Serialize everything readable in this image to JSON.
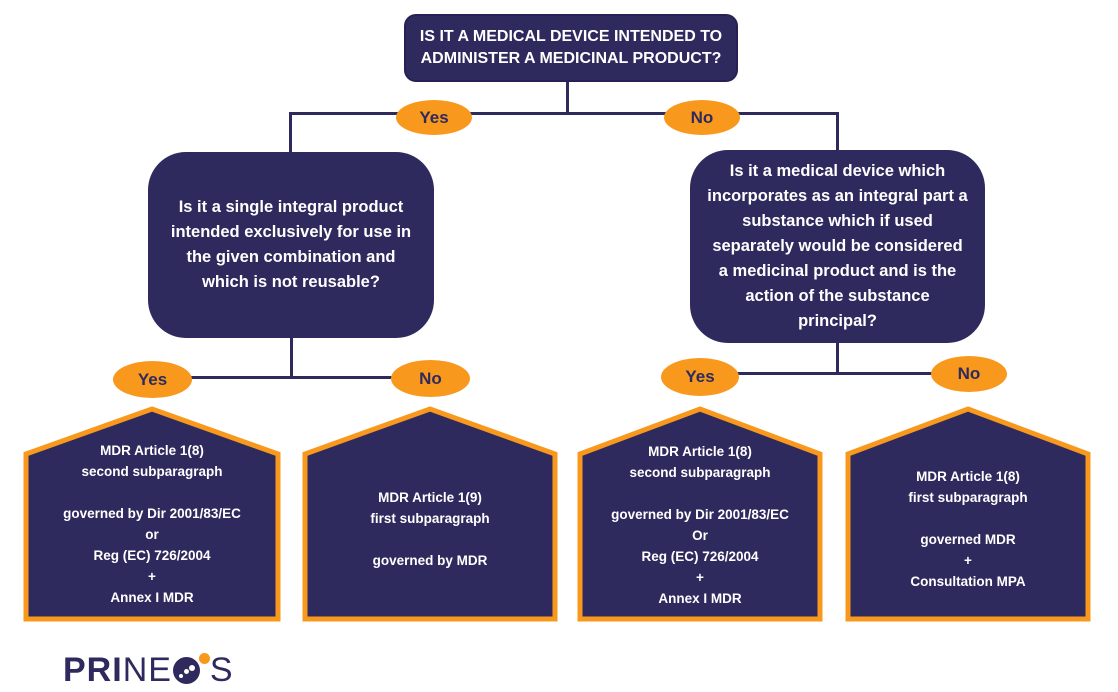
{
  "colors": {
    "navy": "#2F2A5E",
    "navy_dark_border": "#262057",
    "orange": "#F8991D",
    "text_light": "#FFFFFF",
    "background": "#FFFFFF"
  },
  "labels": {
    "yes": "Yes",
    "no": "No"
  },
  "nodes": {
    "root": {
      "question": "IS IT A MEDICAL DEVICE INTENDED TO ADMINISTER A MEDICINAL PRODUCT?"
    },
    "left": {
      "question": "Is it a single integral product intended exclusively for use in the given combination and which is not reusable?"
    },
    "right": {
      "question": "Is it a medical device which incorporates as an integral part a substance which if used separately would be considered a medicinal product and is the action of the substance principal?"
    }
  },
  "outcomes": [
    {
      "text": "MDR Article 1(8)\nsecond subparagraph\n\ngoverned by Dir 2001/83/EC\nor\nReg (EC) 726/2004\n+\nAnnex I MDR"
    },
    {
      "text": "MDR Article 1(9)\nfirst subparagraph\n\ngoverned by MDR"
    },
    {
      "text": "MDR Article 1(8)\nsecond subparagraph\n\ngoverned by Dir 2001/83/EC\nOr\nReg (EC) 726/2004\n+\nAnnex I MDR"
    },
    {
      "text": "MDR Article 1(8)\nfirst subparagraph\n\ngoverned MDR\n+\nConsultation MPA"
    }
  ],
  "logo": {
    "bold": "PRI",
    "light": "NE",
    "s": "S",
    "full_name": "PRINEO'S"
  }
}
